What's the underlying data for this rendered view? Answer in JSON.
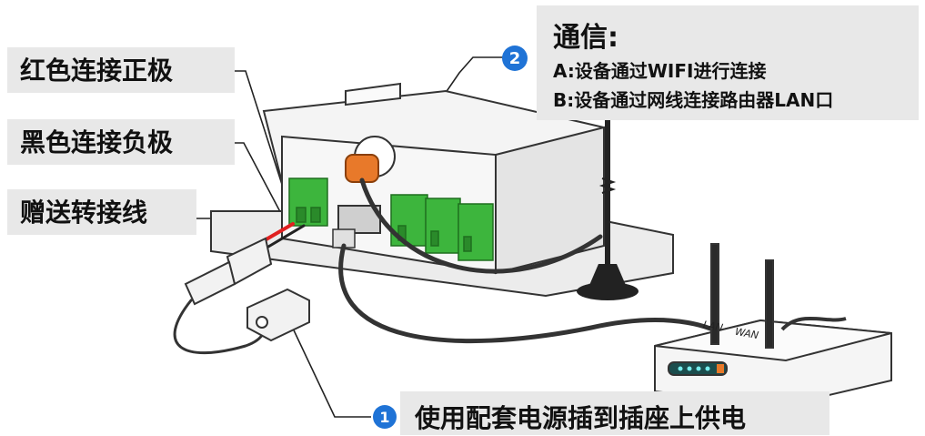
{
  "labels": {
    "red_positive": "红色连接正极",
    "black_negative": "黑色连接负极",
    "adapter_gift": "赠送转接线"
  },
  "communication": {
    "badge": "2",
    "title": "通信:",
    "option_a": "A:设备通过WIFI进行连接",
    "option_b": "B:设备通过网线连接路由器LAN口"
  },
  "power": {
    "badge": "1",
    "text": "使用配套电源插到插座上供电"
  },
  "router": {
    "lan_label": "LAN",
    "wan_label": "WAN"
  },
  "colors": {
    "badge_blue": "#1f73d6",
    "panel_gray": "#e8e8e8",
    "terminal_green": "#3db53d",
    "antenna_orange": "#e8792a",
    "red_wire": "#e02020"
  }
}
